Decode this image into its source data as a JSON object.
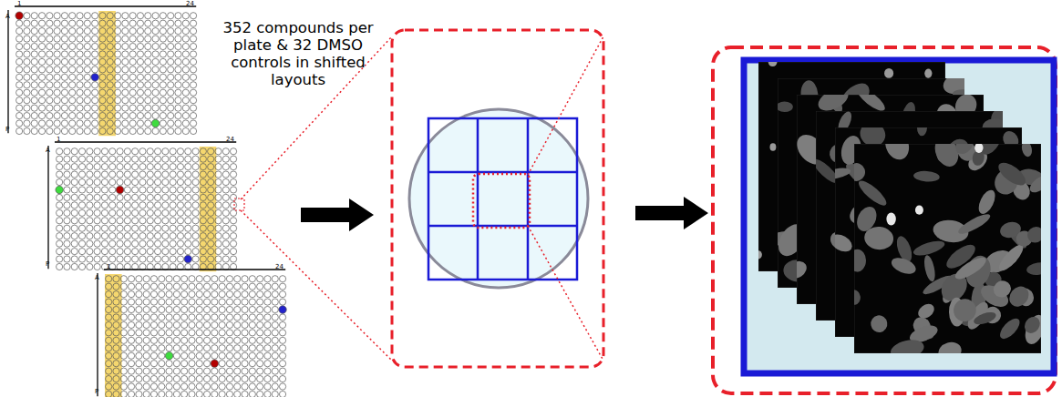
{
  "diagram": {
    "labels": [
      "1",
      "24",
      "A",
      "P",
      "352 compounds per plate & 32 DMSO controls in shifted layouts",
      "1",
      "24",
      "A",
      "P",
      "1",
      "24",
      "A",
      "P"
    ]
  }
}
